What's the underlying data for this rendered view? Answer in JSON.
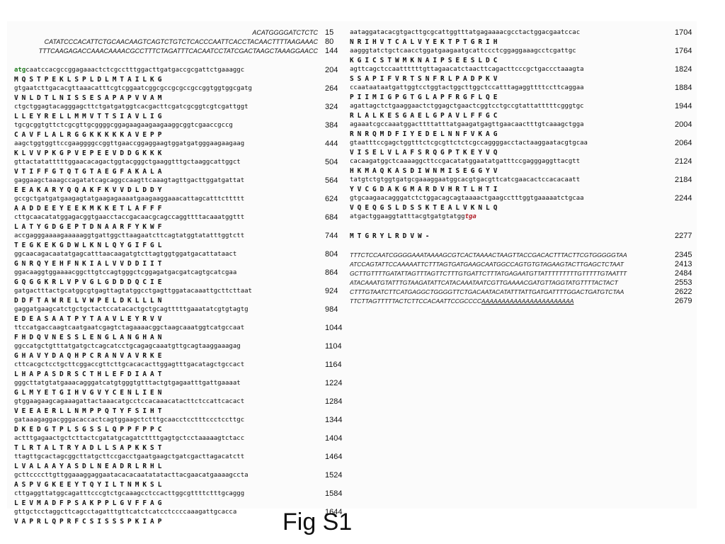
{
  "figure": {
    "caption": "Fig S1",
    "left_column": [
      {
        "type": "utr",
        "seq": "ACATGGGGATCTCTC",
        "num": "15"
      },
      {
        "type": "utr",
        "seq": "CATATCCCACATTCTGCAACAAGTCAGTCTGTCTCACCCAATTCACCTACAACTTTTAAGAAAC",
        "num": "80"
      },
      {
        "type": "utr",
        "seq": "TTTCAAGAGACCAAACAAAACGCCTTTCTAGATTTCACAATCCTATCGACTAAGCTAAAGGAACC",
        "num": "144"
      },
      {
        "type": "gap"
      },
      {
        "type": "dna",
        "start": "atg",
        "seq": "caatccacgccggagaaactctcgcctttggacttgatgaccgcgattctgaaaggc",
        "num": "204"
      },
      {
        "type": "prot",
        "seq": "MQSTPEKLSPLDLMTAILKG"
      },
      {
        "type": "dna",
        "seq": "gtgaatcttgacacgttaaacatttcgtcggaatcggcgccgcgccgccggtggtggcgatg",
        "num": "264"
      },
      {
        "type": "prot",
        "seq": "VNLDTLNISSESAPAPVVAM"
      },
      {
        "type": "dna",
        "seq": "ctgctggagtacagggagcttctgatgatggtcacgacttcgatcgcggtcgtcgattggt",
        "num": "324"
      },
      {
        "type": "prot",
        "seq": "LLEYRELLMMVTTSIAVLIG"
      },
      {
        "type": "dna",
        "seq": "tgcgcggtgttctcgcgttgcggggcggagaagaagaagaaggcggtcgaaccgccg",
        "num": "384"
      },
      {
        "type": "prot",
        "seq": "CAVFLALRGGKKKKKAVEPP"
      },
      {
        "type": "dna",
        "seq": "aagctggtggttccgaaggggccggttgaaccggaggaagtggatgatgggaagaagaag",
        "num": "444"
      },
      {
        "type": "prot",
        "seq": "KLVVPKGPVEPEEVDDGKKK"
      },
      {
        "type": "dna",
        "seq": "gttactatatttttggaacacagactggtacgggctgaaggtttgctaaggcattggct",
        "num": "504"
      },
      {
        "type": "prot",
        "seq": "VTIFFGTQTGTAEGFAKALA"
      },
      {
        "type": "dna",
        "seq": "gaggaagctaaagccagatatcagcaggccaagttcaaagtagttgacttggatgattat",
        "num": "564"
      },
      {
        "type": "prot",
        "seq": "EEAKARYQQAKFKVVDLDDY"
      },
      {
        "type": "dna",
        "seq": "gccgctgatgatgaagagtatgaagagaaaatgaagaaggaaacattagcatttcttttt",
        "num": "624"
      },
      {
        "type": "prot",
        "seq": "AADDEEYEEKMKKETLAFFF"
      },
      {
        "type": "dna",
        "seq": "cttgcaacatatggagacggtgaacctaccgacaacgcagccaggttttacaaatggttt",
        "num": "684"
      },
      {
        "type": "prot",
        "seq": "LATYGDGEPTDNAARFYKWF"
      },
      {
        "type": "dna",
        "seq": "accgagggaaaagaaaaaggtgattggcttaagaatcttcagtatggtatatttggtctt",
        "num": "744"
      },
      {
        "type": "prot",
        "seq": "TEGKEKGDWLKNLQYGIFGL"
      },
      {
        "type": "dna",
        "seq": "ggcaacagacaatatgagcatttaacaagatgtcttagtggtggatgacattataact",
        "num": "804"
      },
      {
        "type": "prot",
        "seq": "GNRQYEHFNKIALVVDDIIT"
      },
      {
        "type": "dna",
        "seq": "ggacaaggtggaaaacggcttgtccagtgggctcggagatgacgatcagtgcatcgaa",
        "num": "864"
      },
      {
        "type": "prot",
        "seq": "GQGGKRLVPVGLGDDDQCIE"
      },
      {
        "type": "dna",
        "seq": "gatgactttactgcatggcgtgagttagtatggcctgagttggatacaaattgcttcttaat",
        "num": "924"
      },
      {
        "type": "prot",
        "seq": "DDFTAWRELVWPELDKLLLN"
      },
      {
        "type": "dna",
        "seq": "gaggatgaagcatctgctgctactccatacactgctgcagtttttgaaatatcgtgtagtg",
        "num": "984"
      },
      {
        "type": "prot",
        "seq": "EDEASAATPYTAAVLEYRVV"
      },
      {
        "type": "dna",
        "seq": "ttccatgaccaagtcaatgaatcgagtctagaaaacggctaagcaaatggtcatgccaat",
        "num": "1044"
      },
      {
        "type": "prot",
        "seq": "FHDQVNESSLENGLANGHAN"
      },
      {
        "type": "dna",
        "seq": "ggccatgctgtttatgatgctcagcatcctgcagagcaaatgttgcagtaaggaaagag",
        "num": "1104"
      },
      {
        "type": "prot",
        "seq": "GHAVYDAQHPCRANVAVRKE"
      },
      {
        "type": "dna",
        "seq": "cttcacgctcctgcttcggaccgttcttgcacacacttggagtttgacatagctgccact",
        "num": "1164"
      },
      {
        "type": "prot",
        "seq": "LHAPASDRSCTHLEFDIAAT"
      },
      {
        "type": "dna",
        "seq": "gggcttatgtatgaaacagggatcatgtgggtgtttactgtgagaatttgattgaaaat",
        "num": "1224"
      },
      {
        "type": "prot",
        "seq": "GLMYETGIHVGVYCENLIEN"
      },
      {
        "type": "dna",
        "seq": "gtggaagaagcagaaagattactaaacatgcctccacaaacatacttctccattcacact",
        "num": "1284"
      },
      {
        "type": "prot",
        "seq": "VEEAERLLNMPPQTYFSIHT"
      },
      {
        "type": "dna",
        "seq": "gataaagaggacgggacaccactcagtggaagctctttgcaacctcctttccctccttgc",
        "num": "1344"
      },
      {
        "type": "prot",
        "seq": "DKEDGTPLSGSSLQPPFPPC"
      },
      {
        "type": "dna",
        "seq": "actttgagaactgctcttactcgatatgcagatcttttgagtgctcctaaaaagtctacc",
        "num": "1404"
      },
      {
        "type": "prot",
        "seq": "TLRTALTRYADLLSAPKKST"
      },
      {
        "type": "dna",
        "seq": "ttagttgcactagcggcttatgcttccgacctgaatgaagctgatcgacttagacatctt",
        "num": "1464"
      },
      {
        "type": "prot",
        "seq": "LVALAAYASDLNEADRLRHL"
      },
      {
        "type": "dna",
        "seq": "gcttccccttgttggaaaggaggaatacacacaatatatacttacgaacatgaaaagccta",
        "num": "1524"
      },
      {
        "type": "prot",
        "seq": "ASPVGKEEYTQYILTNMKSL"
      },
      {
        "type": "dna",
        "seq": "cttgaggttatggcagatttcccgtctgcaaagcctccacttggcgttttctttgcaggg",
        "num": "1584"
      },
      {
        "type": "prot",
        "seq": "LEVMADFPSAKPPLGVFFAG"
      },
      {
        "type": "dna",
        "seq": "gttgctcctaggcttcagcctagatttgttcatctcatcctccccaaagattgcacca",
        "num": "1644"
      },
      {
        "type": "prot",
        "seq": "VAPRLQPRFCSISSSPKIAP"
      }
    ],
    "right_column": [
      {
        "type": "dna",
        "seq": "aataggatacacgtgacttgcgcattggtttatgagaaaacgcctactggacgaatccac",
        "num": "1704"
      },
      {
        "type": "prot",
        "seq": "NRIHVTCALVYEKTPTGRIH"
      },
      {
        "type": "dna",
        "seq": "aagggtatctgctcaacctggatgaagaatgcattccctcggaggaaagcctcgattgc",
        "num": "1764"
      },
      {
        "type": "prot",
        "seq": "KGICSTWMKNAIPSEESLDC"
      },
      {
        "type": "dna",
        "seq": "agttcagctccaattttttgttagaacatctaacttcagacttcccgctgaccctaaagta",
        "num": "1824"
      },
      {
        "type": "prot",
        "seq": "SSAPIFVRTSNFRLPADPKV"
      },
      {
        "type": "dna",
        "seq": "ccaataataatgattggtcctggtactggcttggctccatttagaggttttccttcaggaa",
        "num": "1884"
      },
      {
        "type": "prot",
        "seq": "PIIMIGPGTGLAPFRGFLQE"
      },
      {
        "type": "dna",
        "seq": "agattagctctgaaggaactctggagctgaactcggtcctgccgtattatttttcgggtgc",
        "num": "1944"
      },
      {
        "type": "prot",
        "seq": "RLALKESGAELGPAVLFFGC"
      },
      {
        "type": "dna",
        "seq": "agaaatcgccaaatggacttttatttatgaagatgagttgaacaactttgtcaaagctgga",
        "num": "2004"
      },
      {
        "type": "prot",
        "seq": "RNRQMDFIYEDELNNFVKAG"
      },
      {
        "type": "dna",
        "seq": "gtaatttccgagctggtttctcgcgttctctcgccaggggacctactaaggaatacgtgcaa",
        "num": "2064"
      },
      {
        "type": "prot",
        "seq": "VISELVLAFSRQGPTKEYVQ"
      },
      {
        "type": "dna",
        "seq": "cacaagatggctcaaaaggcttccgacatatggaatatgatttccgagggaggttacgtt",
        "num": "2124"
      },
      {
        "type": "prot",
        "seq": "HKMAQKASDIWNMISEGGYV"
      },
      {
        "type": "dna",
        "seq": "tatgtctgtggtgatgcgaaaggaatggcacgtgacgttcatcgaacactccacacaatt",
        "num": "2184"
      },
      {
        "type": "prot",
        "seq": "YVCGDAKGMARDVHRTLHTI"
      },
      {
        "type": "dna",
        "seq": "gtgcaagaacagggatctctggacagcagtaaaactgaagcctttggtgaaaaatctgcaa",
        "num": "2244"
      },
      {
        "type": "prot",
        "seq": "VQEQGSLDSSKTEALVKNLQ"
      },
      {
        "type": "dna",
        "seq": "atgactggaaggtatttacgtgatgtatgg",
        "stop": "tga"
      },
      {
        "type": "gap"
      },
      {
        "type": "prot",
        "seq": "MTGRYLRDVW-",
        "num": "2277"
      },
      {
        "type": "gap"
      },
      {
        "type": "utr-right",
        "seq": "TTTCTCCAATCGGGGAAATAAAAGCGTCACTAAAACTAAGTTACCGACACTTTACTTCGTGGGGGTAA",
        "num": "2345"
      },
      {
        "type": "utr-right",
        "seq": "ATCCAGTATTCCAAAAATTCTTTAGTGATGAAGCAATGGCCAGTGTGTAGAAGTACTTGAGCTCTAAT",
        "num": "2413"
      },
      {
        "type": "utr-right",
        "seq": "GCTTGTTTTGATATTAGTTTAGTTCTTTGTGATTCTTTATGAGAATGTTATTTTTTTTTGTTTTTGTAATTT",
        "num": "2484"
      },
      {
        "type": "utr-right",
        "seq": "ATACAAATGTATTTGTAAGATATTCATACAAATAATCGTTGAAAACGATGTTAGGTATGTTTTACTACT",
        "num": "2553"
      },
      {
        "type": "utr-right",
        "seq": "CTTTGTAATCTTCATGAGGCTGGGGTTCTGACAATACATATTTATTGATGATTTTGGACTGATGTCTAA",
        "num": "2622"
      },
      {
        "type": "utr-right",
        "seq": "TTCTTAGTTTTTACTCTTCCACAATTCCGCCCC",
        "polya": "AAAAAAAAAAAAAAAAAAAAAAA",
        "num": "2679"
      }
    ]
  }
}
